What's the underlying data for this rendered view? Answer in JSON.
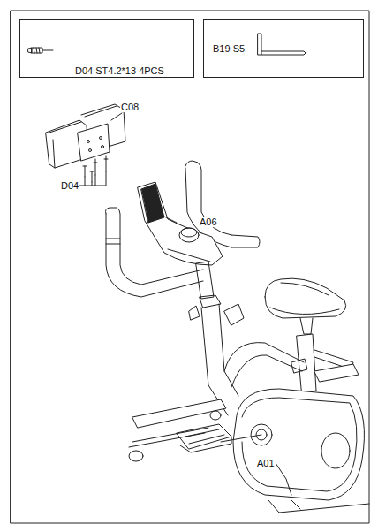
{
  "diagram": {
    "nodes": [
      {
        "text": [
          "D04 ST4.2*13 4PCS"
        ]
      },
      {
        "text": [
          "B19 S5"
        ]
      }
    ],
    "labels": [
      "C08",
      "D04",
      "A06",
      "A01"
    ]
  }
}
